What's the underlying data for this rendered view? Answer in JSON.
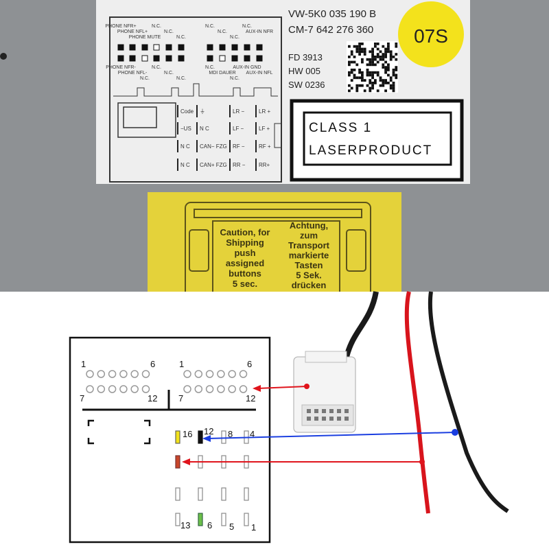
{
  "photo": {
    "part_number": "VW-5K0 035 190 B",
    "cm_number": "CM-7 642 276 360",
    "badge": "07S",
    "fd": "FD  3913",
    "hw": "HW 005",
    "sw": "SW 0236",
    "laser_line1": "CLASS  1",
    "laser_line2": "LASERPRODUCT",
    "pin_top_row1": [
      "PHONE NFR+",
      "PHONE NFL+",
      "PHONE MUTE",
      "N.C.",
      "N.C.",
      "N.C.",
      "N.C.",
      "N.C.",
      "N.C.",
      "N.C.",
      "AUX-IN NFR"
    ],
    "pin_bottom_row": [
      "PHONE NFR-",
      "PHONE NFL-",
      "N.C.",
      "N.C.",
      "N.C.",
      "N.C.",
      "N.C.",
      "MDI DAUER",
      "N.C.",
      "AUX-IN GND",
      "AUX-IN NFL"
    ],
    "grid_labels": [
      [
        "Code",
        "⏚",
        "LR −",
        "LR +"
      ],
      [
        "−US",
        "N C",
        "LF −",
        "LF +"
      ],
      [
        "N C",
        "CAN− FZG",
        "RF −",
        "RF +"
      ],
      [
        "N C",
        "CAN+ FZG",
        "RR −",
        "RR+"
      ]
    ],
    "caution_en": [
      "Caution, for",
      "Shipping",
      "push",
      "assigned",
      "buttons",
      "5 sec."
    ],
    "caution_de": [
      "Achtung,",
      "zum",
      "Transport",
      "markierte",
      "Tasten",
      "5 Sek.",
      "drücken"
    ],
    "colors": {
      "metal": "#8e9194",
      "sticker": "#e4d23a",
      "badge": "#f3e21c"
    }
  },
  "diagram": {
    "left_labels": {
      "a": "1",
      "b": "6",
      "c": "7",
      "d": "12"
    },
    "right_labels": {
      "a": "1",
      "b": "6",
      "c": "7",
      "d": "12"
    },
    "pin_numbers": {
      "p16": "16",
      "p12": "12",
      "p8": "8",
      "p4": "4",
      "p13": "13",
      "p6": "6",
      "p5": "5",
      "p1": "1"
    },
    "colors": {
      "yellow_pin": "#f2e21a",
      "black_pin": "#111111",
      "red_pin": "#c9462a",
      "green_pin": "#6cc04a",
      "red_arrow": "#e0141c",
      "blue_arrow": "#1a3ee0",
      "red_wire": "#d8141c",
      "black_wire": "#1a1a1a"
    }
  }
}
